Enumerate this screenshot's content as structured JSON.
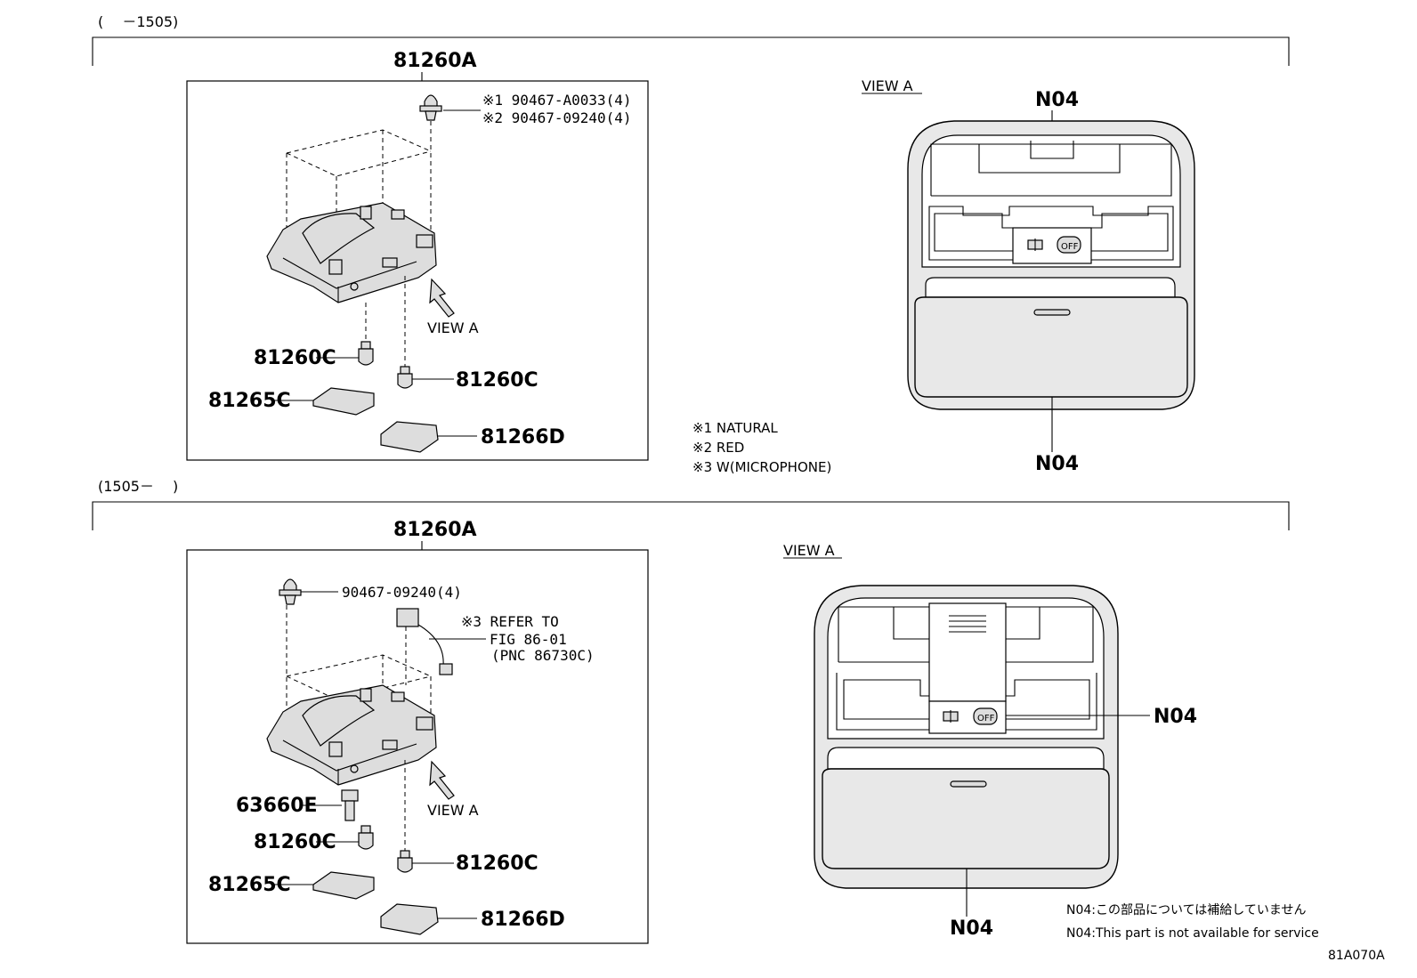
{
  "sections": [
    {
      "range_label": "(　 －1505)",
      "assembly_label": "81260A",
      "clip_refs": [
        "※1 90467-A0033(4)",
        "※2 90467-09240(4)"
      ],
      "view_arrow_label": "VIEW A",
      "callouts": {
        "bulb_left": "81260C",
        "bulb_right": "81260C",
        "lens_left": "81265C",
        "lens_right": "81266D"
      },
      "view_title": "VIEW A",
      "n04_top": "N04",
      "n04_bottom": "N04",
      "switch_off": "OFF"
    },
    {
      "range_label": "(1505－　 )",
      "assembly_label": "81260A",
      "clip_ref": "90467-09240(4)",
      "refer": [
        "※3 REFER TO",
        "FIG 86-01",
        "(PNC 86730C)"
      ],
      "view_arrow_label": "VIEW A",
      "callouts": {
        "bracket": "63660E",
        "bulb_left": "81260C",
        "bulb_right": "81260C",
        "lens_left": "81265C",
        "lens_right": "81266D"
      },
      "view_title": "VIEW A",
      "n04_side": "N04",
      "n04_bottom": "N04",
      "switch_off": "OFF"
    }
  ],
  "color_notes": [
    "※1 NATURAL",
    "※2 RED",
    "※3 W(MICROPHONE)"
  ],
  "footnotes": [
    "N04:この部品については補給していません",
    "N04:This part is not available for service"
  ],
  "figure_code": "81A070A"
}
